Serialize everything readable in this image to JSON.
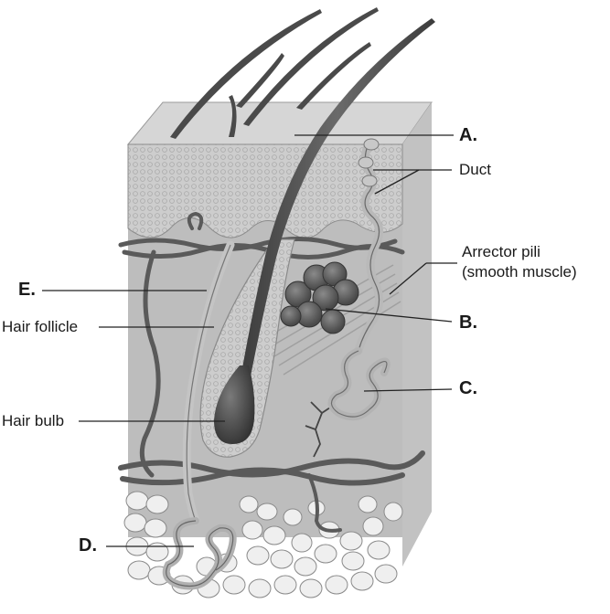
{
  "labels": {
    "a": "A.",
    "duct": "Duct",
    "arrector_line1": "Arrector pili",
    "arrector_line2": "(smooth muscle)",
    "b": "B.",
    "c": "C.",
    "d": "D.",
    "e": "E.",
    "hair_follicle": "Hair follicle",
    "hair_bulb": "Hair bulb"
  },
  "colors": {
    "epidermis": "#c9c9c9",
    "dermis": "#bdbdbd",
    "vessel": "#5a5a5a",
    "hair": "#4a4a4a",
    "fat": "#eeeeee",
    "line": "#222222"
  }
}
